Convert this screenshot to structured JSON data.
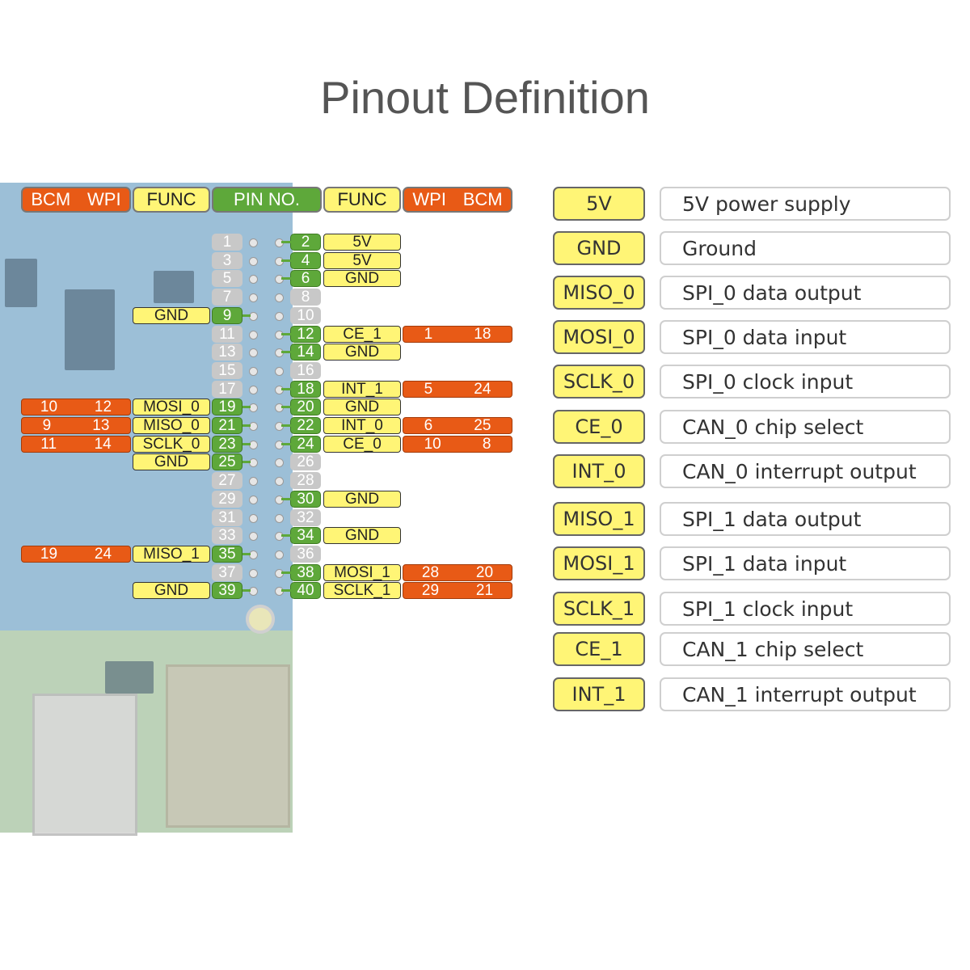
{
  "title": "Pinout Definition",
  "header": {
    "left_bcm": "BCM",
    "left_wpi": "WPI",
    "left_func": "FUNC",
    "pin_no": "PIN NO.",
    "right_func": "FUNC",
    "right_wpi": "WPI",
    "right_bcm": "BCM"
  },
  "pins": [
    {
      "left": "1",
      "right": "2",
      "left_active": false,
      "right_active": true,
      "left_func": "",
      "right_func": "5V",
      "left_wpi": "",
      "left_bcm": "",
      "right_wpi": "",
      "right_bcm": ""
    },
    {
      "left": "3",
      "right": "4",
      "left_active": false,
      "right_active": true,
      "left_func": "",
      "right_func": "5V",
      "left_wpi": "",
      "left_bcm": "",
      "right_wpi": "",
      "right_bcm": ""
    },
    {
      "left": "5",
      "right": "6",
      "left_active": false,
      "right_active": true,
      "left_func": "",
      "right_func": "GND",
      "left_wpi": "",
      "left_bcm": "",
      "right_wpi": "",
      "right_bcm": ""
    },
    {
      "left": "7",
      "right": "8",
      "left_active": false,
      "right_active": false,
      "left_func": "",
      "right_func": "",
      "left_wpi": "",
      "left_bcm": "",
      "right_wpi": "",
      "right_bcm": ""
    },
    {
      "left": "9",
      "right": "10",
      "left_active": true,
      "right_active": false,
      "left_func": "GND",
      "right_func": "",
      "left_wpi": "",
      "left_bcm": "",
      "right_wpi": "",
      "right_bcm": ""
    },
    {
      "left": "11",
      "right": "12",
      "left_active": false,
      "right_active": true,
      "left_func": "",
      "right_func": "CE_1",
      "left_wpi": "",
      "left_bcm": "",
      "right_wpi": "1",
      "right_bcm": "18"
    },
    {
      "left": "13",
      "right": "14",
      "left_active": false,
      "right_active": true,
      "left_func": "",
      "right_func": "GND",
      "left_wpi": "",
      "left_bcm": "",
      "right_wpi": "",
      "right_bcm": ""
    },
    {
      "left": "15",
      "right": "16",
      "left_active": false,
      "right_active": false,
      "left_func": "",
      "right_func": "",
      "left_wpi": "",
      "left_bcm": "",
      "right_wpi": "",
      "right_bcm": ""
    },
    {
      "left": "17",
      "right": "18",
      "left_active": false,
      "right_active": true,
      "left_func": "",
      "right_func": "INT_1",
      "left_wpi": "",
      "left_bcm": "",
      "right_wpi": "5",
      "right_bcm": "24"
    },
    {
      "left": "19",
      "right": "20",
      "left_active": true,
      "right_active": true,
      "left_func": "MOSI_0",
      "right_func": "GND",
      "left_wpi": "12",
      "left_bcm": "10",
      "right_wpi": "",
      "right_bcm": ""
    },
    {
      "left": "21",
      "right": "22",
      "left_active": true,
      "right_active": true,
      "left_func": "MISO_0",
      "right_func": "INT_0",
      "left_wpi": "13",
      "left_bcm": "9",
      "right_wpi": "6",
      "right_bcm": "25"
    },
    {
      "left": "23",
      "right": "24",
      "left_active": true,
      "right_active": true,
      "left_func": "SCLK_0",
      "right_func": "CE_0",
      "left_wpi": "14",
      "left_bcm": "11",
      "right_wpi": "10",
      "right_bcm": "8"
    },
    {
      "left": "25",
      "right": "26",
      "left_active": true,
      "right_active": false,
      "left_func": "GND",
      "right_func": "",
      "left_wpi": "",
      "left_bcm": "",
      "right_wpi": "",
      "right_bcm": ""
    },
    {
      "left": "27",
      "right": "28",
      "left_active": false,
      "right_active": false,
      "left_func": "",
      "right_func": "",
      "left_wpi": "",
      "left_bcm": "",
      "right_wpi": "",
      "right_bcm": ""
    },
    {
      "left": "29",
      "right": "30",
      "left_active": false,
      "right_active": true,
      "left_func": "",
      "right_func": "GND",
      "left_wpi": "",
      "left_bcm": "",
      "right_wpi": "",
      "right_bcm": ""
    },
    {
      "left": "31",
      "right": "32",
      "left_active": false,
      "right_active": false,
      "left_func": "",
      "right_func": "",
      "left_wpi": "",
      "left_bcm": "",
      "right_wpi": "",
      "right_bcm": ""
    },
    {
      "left": "33",
      "right": "34",
      "left_active": false,
      "right_active": true,
      "left_func": "",
      "right_func": "GND",
      "left_wpi": "",
      "left_bcm": "",
      "right_wpi": "",
      "right_bcm": ""
    },
    {
      "left": "35",
      "right": "36",
      "left_active": true,
      "right_active": false,
      "left_func": "MISO_1",
      "right_func": "",
      "left_wpi": "24",
      "left_bcm": "19",
      "right_wpi": "",
      "right_bcm": ""
    },
    {
      "left": "37",
      "right": "38",
      "left_active": false,
      "right_active": true,
      "left_func": "",
      "right_func": "MOSI_1",
      "left_wpi": "",
      "left_bcm": "",
      "right_wpi": "28",
      "right_bcm": "20"
    },
    {
      "left": "39",
      "right": "40",
      "left_active": true,
      "right_active": true,
      "left_func": "GND",
      "right_func": "SCLK_1",
      "left_wpi": "",
      "left_bcm": "",
      "right_wpi": "29",
      "right_bcm": "21"
    }
  ],
  "legend": [
    {
      "key": "5V",
      "desc": "5V power supply"
    },
    {
      "key": "GND",
      "desc": "Ground"
    },
    {
      "key": "MISO_0",
      "desc": "SPI_0 data output"
    },
    {
      "key": "MOSI_0",
      "desc": "SPI_0 data input"
    },
    {
      "key": "SCLK_0",
      "desc": "SPI_0 clock input"
    },
    {
      "key": "CE_0",
      "desc": "CAN_0 chip select"
    },
    {
      "key": "INT_0",
      "desc": "CAN_0 interrupt output"
    },
    {
      "key": "MISO_1",
      "desc": "SPI_1 data output"
    },
    {
      "key": "MOSI_1",
      "desc": "SPI_1 data input"
    },
    {
      "key": "SCLK_1",
      "desc": "SPI_1 clock input"
    },
    {
      "key": "CE_1",
      "desc": "CAN_1 chip select"
    },
    {
      "key": "INT_1",
      "desc": "CAN_1 interrupt output"
    }
  ],
  "colors": {
    "orange": "#e85a16",
    "yellow": "#fff576",
    "green": "#5ea83a",
    "grey": "#c8c8c8"
  }
}
